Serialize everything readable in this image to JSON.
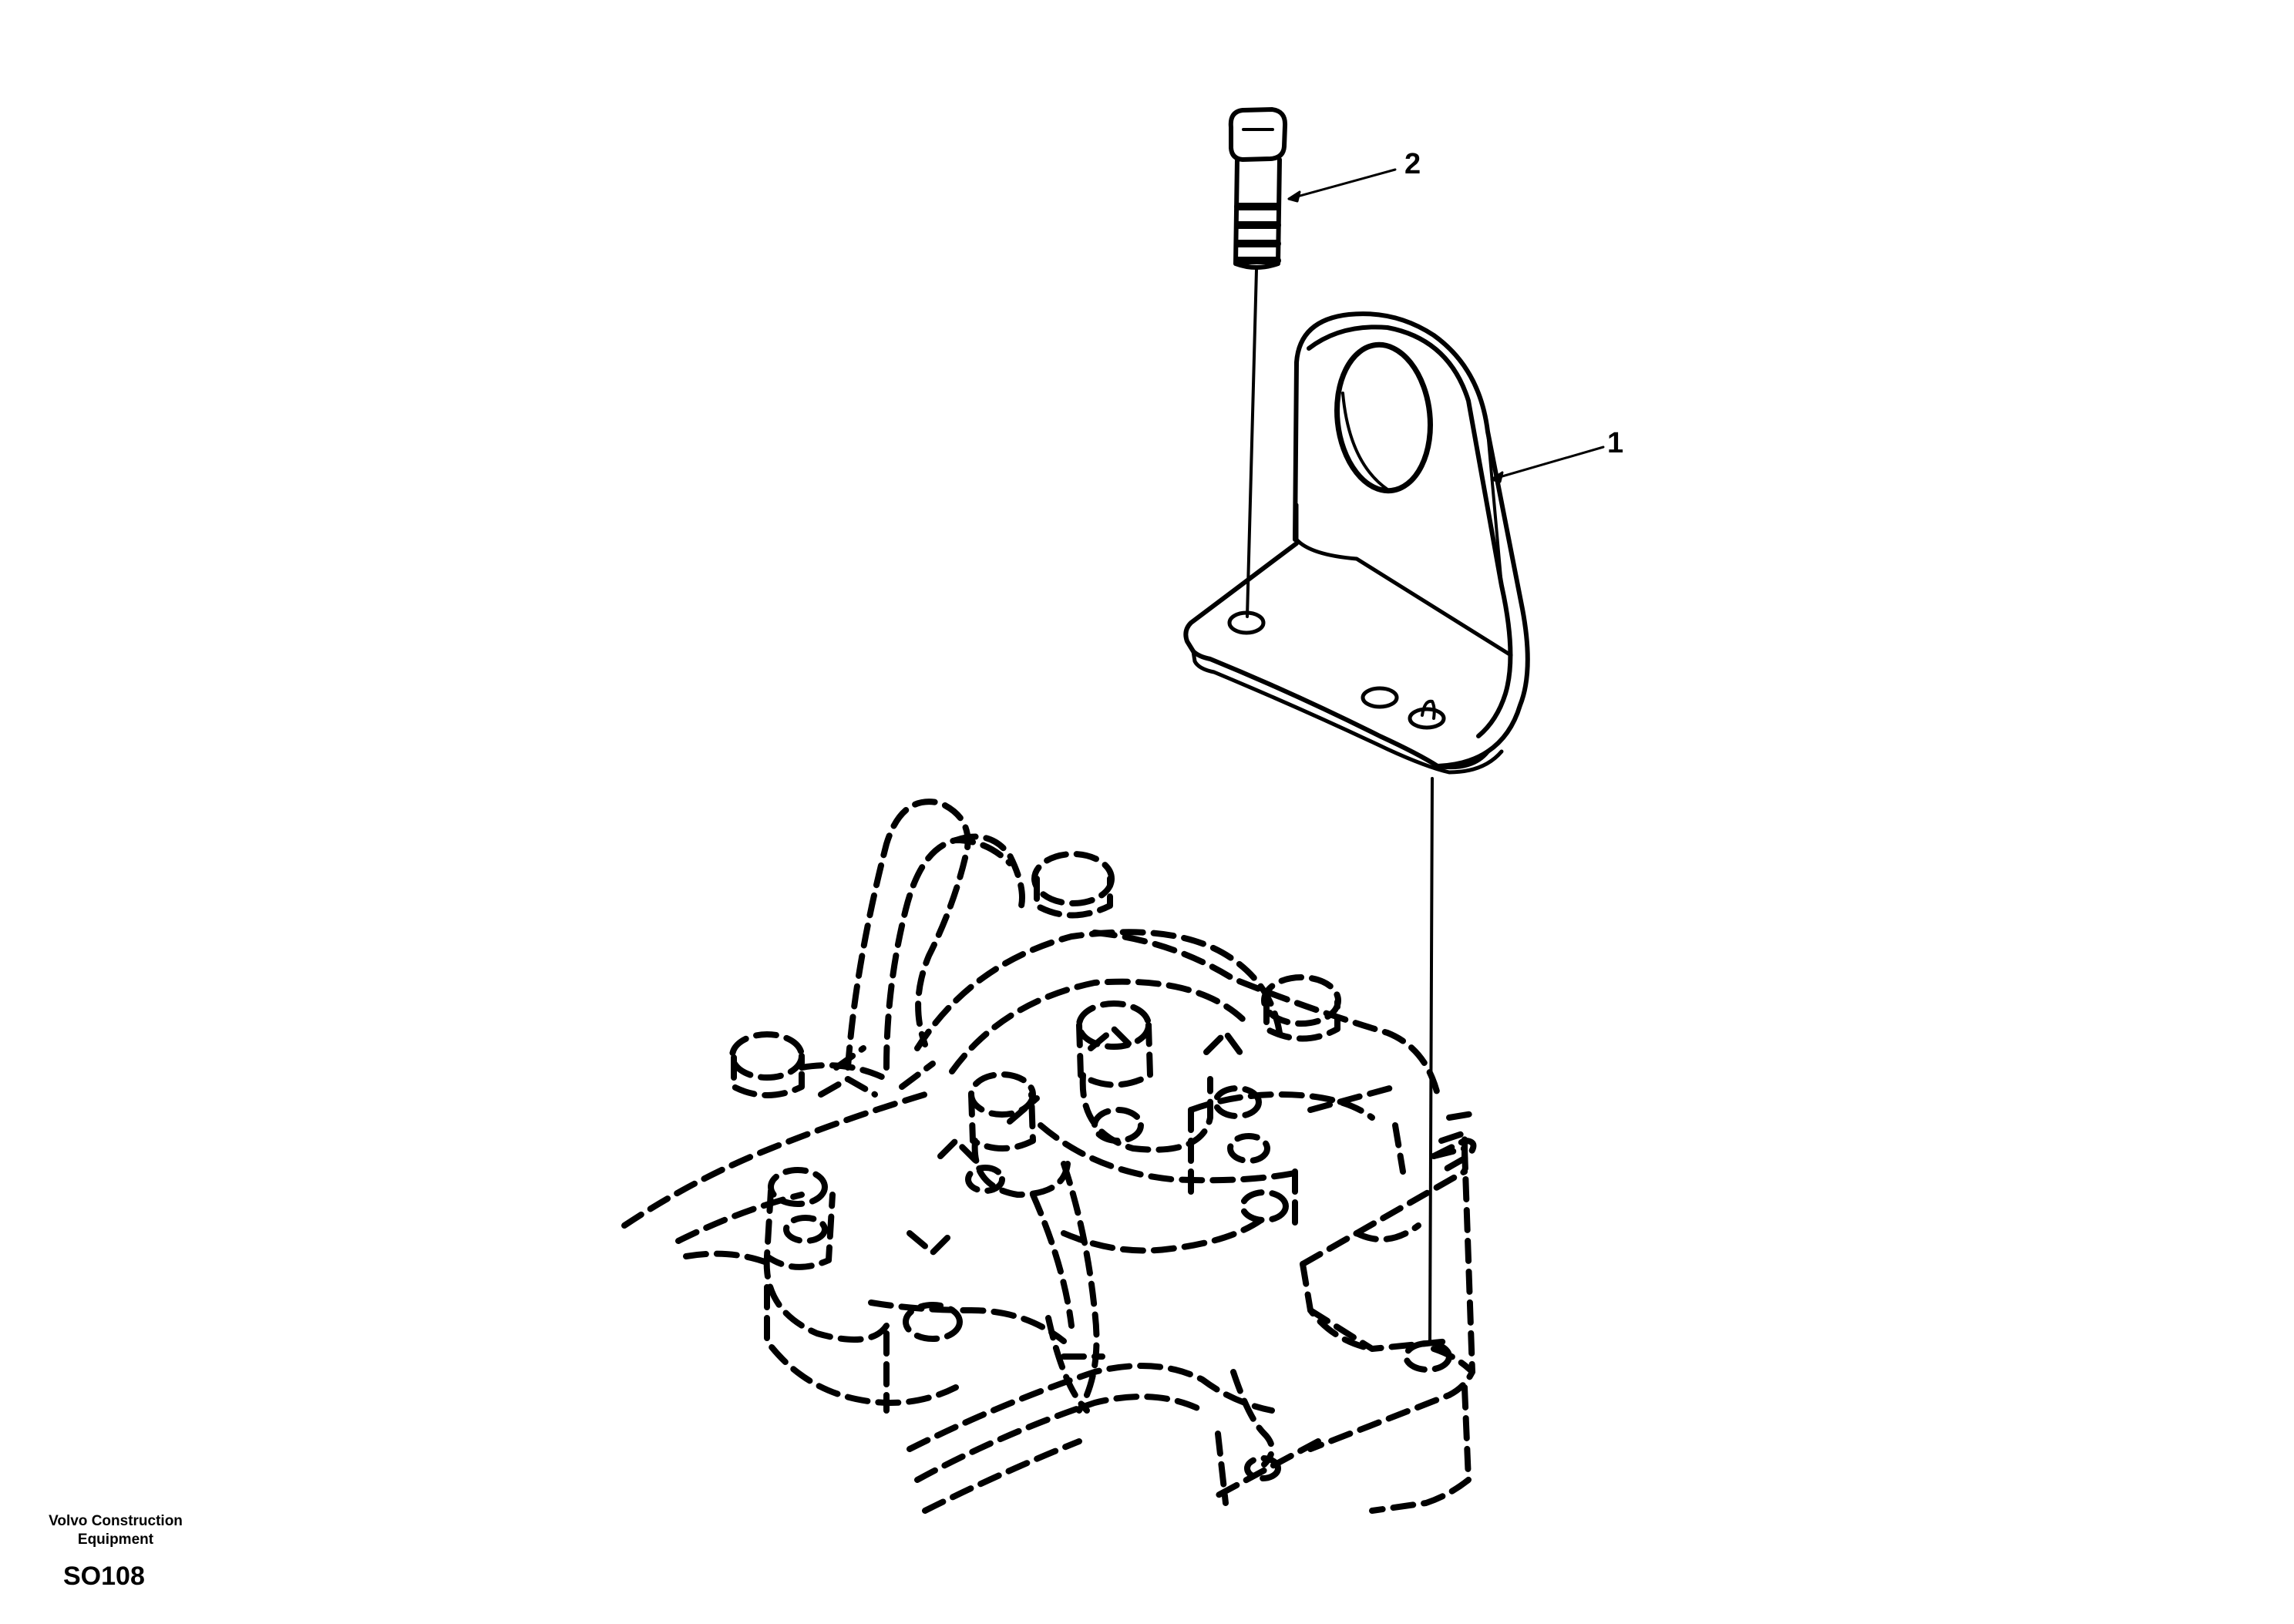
{
  "callouts": {
    "part_1": "1",
    "part_2": "2"
  },
  "footer": {
    "manufacturer_line1": "Volvo Construction",
    "manufacturer_line2": "Equipment",
    "drawing_code": "SO108"
  },
  "colors": {
    "ink": "#000000",
    "background": "#ffffff"
  }
}
